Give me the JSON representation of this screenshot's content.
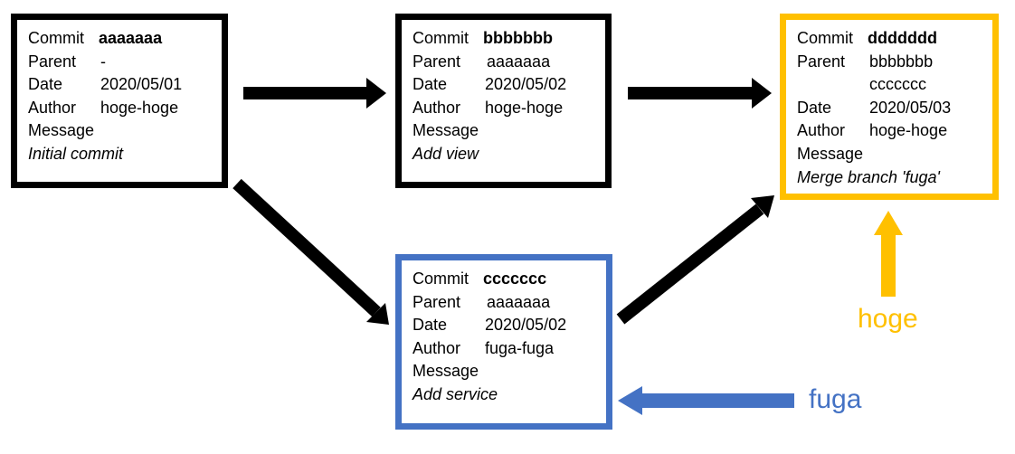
{
  "colors": {
    "black": "#000000",
    "orange": "#ffc000",
    "blue": "#4472c4"
  },
  "commits": {
    "a": {
      "commit_label": "Commit",
      "hash": "aaaaaaa",
      "parent_label": "Parent",
      "parent": "-",
      "date_label": "Date",
      "date": "2020/05/01",
      "author_label": "Author",
      "author": "hoge-hoge",
      "message_label": "Message",
      "message": "Initial commit"
    },
    "b": {
      "commit_label": "Commit",
      "hash": "bbbbbbb",
      "parent_label": "Parent",
      "parent": "aaaaaaa",
      "date_label": "Date",
      "date": "2020/05/02",
      "author_label": "Author",
      "author": "hoge-hoge",
      "message_label": "Message",
      "message": "Add view"
    },
    "c": {
      "commit_label": "Commit",
      "hash": "ccccccc",
      "parent_label": "Parent",
      "parent": "aaaaaaa",
      "date_label": "Date",
      "date": "2020/05/02",
      "author_label": "Author",
      "author": "fuga-fuga",
      "message_label": "Message",
      "message": "Add service"
    },
    "d": {
      "commit_label": "Commit",
      "hash": "ddddddd",
      "parent_label": "Parent",
      "parent1": "bbbbbbb",
      "parent2": "ccccccc",
      "date_label": "Date",
      "date": "2020/05/03",
      "author_label": "Author",
      "author": "hoge-hoge",
      "message_label": "Message",
      "message": "Merge branch 'fuga'"
    }
  },
  "branches": {
    "hoge": "hoge",
    "fuga": "fuga"
  }
}
